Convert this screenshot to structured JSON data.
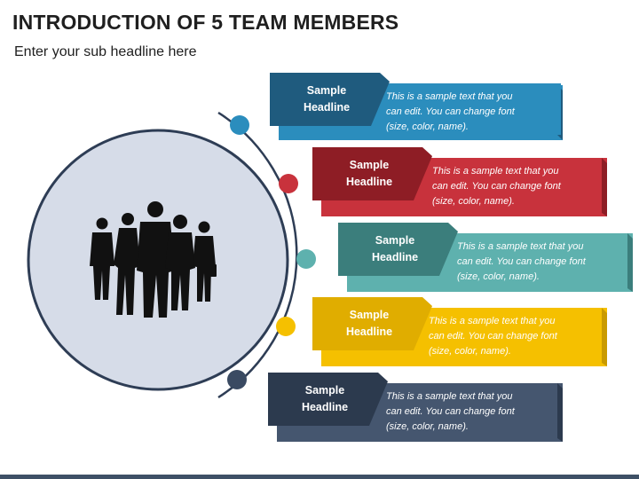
{
  "slide": {
    "title": "INTRODUCTION OF 5 TEAM MEMBERS",
    "subtitle": "Enter your sub headline here"
  },
  "members": [
    {
      "headline": "Sample Headline",
      "headline_line1": "Sample",
      "headline_line2": "Headline",
      "text_line1": "This is a sample text that you",
      "text_line2": "can edit. You can change font",
      "text_line3": "(size, color, name).",
      "color_dark": "#1f5b7e",
      "color_mid": "#2b7aa6",
      "color_light": "#2b8dbd",
      "dot": "#2b8dbd"
    },
    {
      "headline": "Sample Headline",
      "headline_line1": "Sample",
      "headline_line2": "Headline",
      "text_line1": "This is a sample text that you",
      "text_line2": "can edit. You can change font",
      "text_line3": "(size, color, name).",
      "color_dark": "#8e1d25",
      "color_mid": "#b42b35",
      "color_light": "#c8323c",
      "dot": "#c8323c"
    },
    {
      "headline": "Sample Headline",
      "headline_line1": "Sample",
      "headline_line2": "Headline",
      "text_line1": "This is a sample text that you",
      "text_line2": "can edit. You can change font",
      "text_line3": "(size, color, name).",
      "color_dark": "#3b7e7c",
      "color_mid": "#4e9e9b",
      "color_light": "#5eb1ae",
      "dot": "#5eb1ae"
    },
    {
      "headline": "Sample Headline",
      "headline_line1": "Sample",
      "headline_line2": "Headline",
      "text_line1": "This is a sample text that you",
      "text_line2": "can edit. You can change font",
      "text_line3": "(size, color, name).",
      "color_dark": "#c99a00",
      "color_mid": "#e6b300",
      "color_light": "#f5c000",
      "dot": "#f5c000"
    },
    {
      "headline": "Sample Headline",
      "headline_line1": "Sample",
      "headline_line2": "Headline",
      "text_line1": "This is a sample text that you",
      "text_line2": "can edit. You can change font",
      "text_line3": "(size, color, name).",
      "color_dark": "#2c3a4e",
      "color_mid": "#3a4a62",
      "color_light": "#45566f",
      "dot": "#3a4a62"
    }
  ],
  "colors": {
    "circle_fill": "#d6dce8",
    "circle_stroke": "#2e3d55",
    "arc": "#2e3d55",
    "silhouette": "#111111"
  },
  "icons": [
    "team-silhouette-icon"
  ]
}
